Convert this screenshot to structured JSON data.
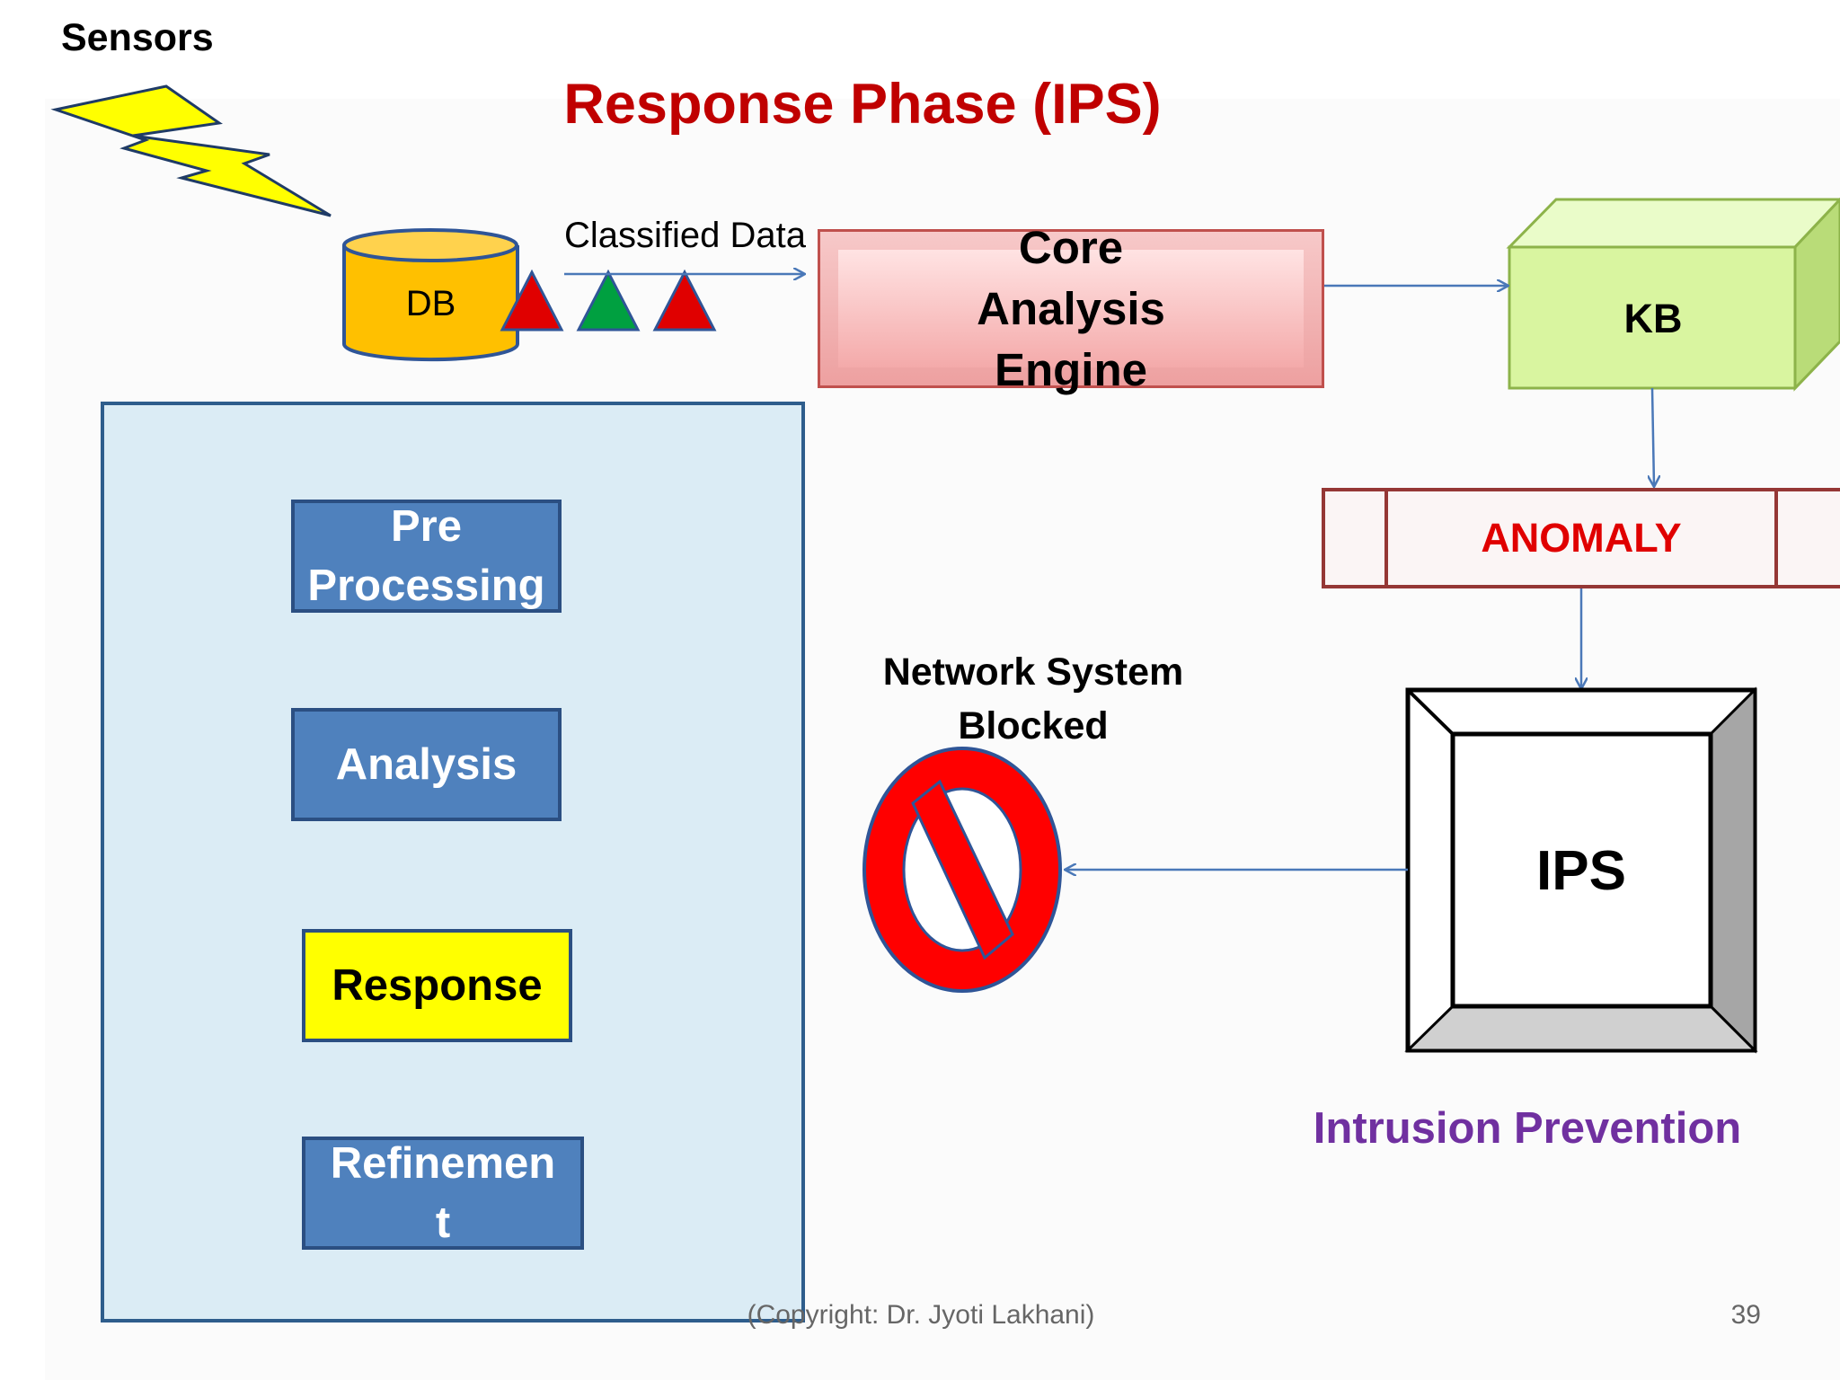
{
  "slide": {
    "title": "Response Phase (IPS)",
    "sensors_label": "Sensors",
    "classified_data_label": "Classified Data",
    "db_label": "DB",
    "core_engine_label": "Core Analysis Engine",
    "kb_label": "KB",
    "anomaly_label": "ANOMALY",
    "ips_label": "IPS",
    "network_blocked_label": "Network System Blocked",
    "intrusion_prevention_label": "Intrusion Prevention",
    "copyright": "(Copyright: Dr. Jyoti Lakhani)",
    "page_number": "39"
  },
  "process_steps": [
    {
      "label": "Pre Processing",
      "highlighted": false
    },
    {
      "label": "Analysis",
      "highlighted": false
    },
    {
      "label": "Response",
      "highlighted": true
    },
    {
      "label": "Refinement",
      "highlighted": false
    }
  ],
  "data_packets": [
    {
      "color": "#e00000"
    },
    {
      "color": "#00a040"
    },
    {
      "color": "#e00000"
    }
  ],
  "icons": [
    "lightning-bolt-icon",
    "database-icon",
    "no-entry-icon"
  ],
  "colors": {
    "title": "#c00000",
    "step_fill": "#4f81bd",
    "step_highlight": "#ffff00",
    "kb_fill": "#d9f5a0",
    "core_fill": "#f4b0b0",
    "anomaly_text": "#e00000",
    "intrusion_text": "#7030a0",
    "connector": "#4a78b8",
    "no_entry": "#ff0000"
  }
}
